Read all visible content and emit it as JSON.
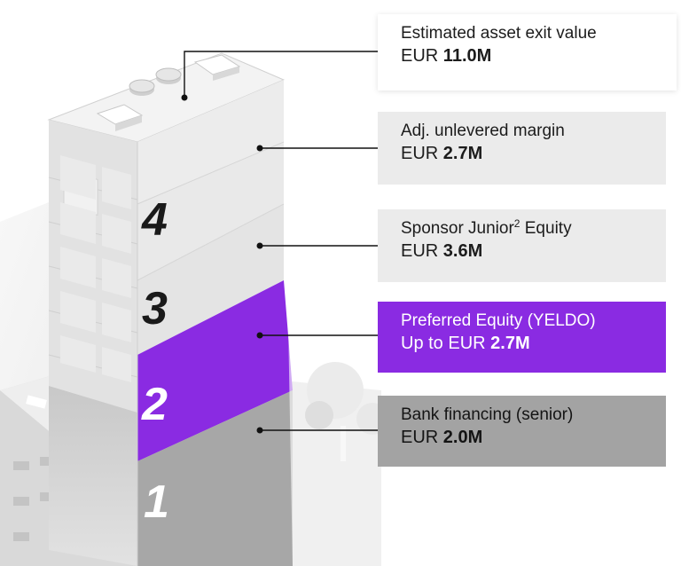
{
  "tiers": [
    "1",
    "2",
    "3",
    "4"
  ],
  "boxes": {
    "exit": {
      "label": "Estimated asset exit value",
      "prefix": "EUR ",
      "amount": "11.0M"
    },
    "margin": {
      "label": "Adj. unlevered margin",
      "prefix": "EUR ",
      "amount": "2.7M"
    },
    "junior": {
      "label": "Sponsor Junior",
      "sup": "2",
      "label_suffix": " Equity",
      "prefix": "EUR ",
      "amount": "3.6M"
    },
    "pref": {
      "label": "Preferred Equity (YELDO)",
      "prefix": "Up to EUR ",
      "amount": "2.7M"
    },
    "bank": {
      "label": "Bank financing (senior)",
      "prefix": "EUR ",
      "amount": "2.0M"
    }
  },
  "colors": {
    "accent_purple": "#8a2be2",
    "box_light": "#ebebeb",
    "box_dark": "#a3a3a3",
    "building_face": "#ececec"
  }
}
